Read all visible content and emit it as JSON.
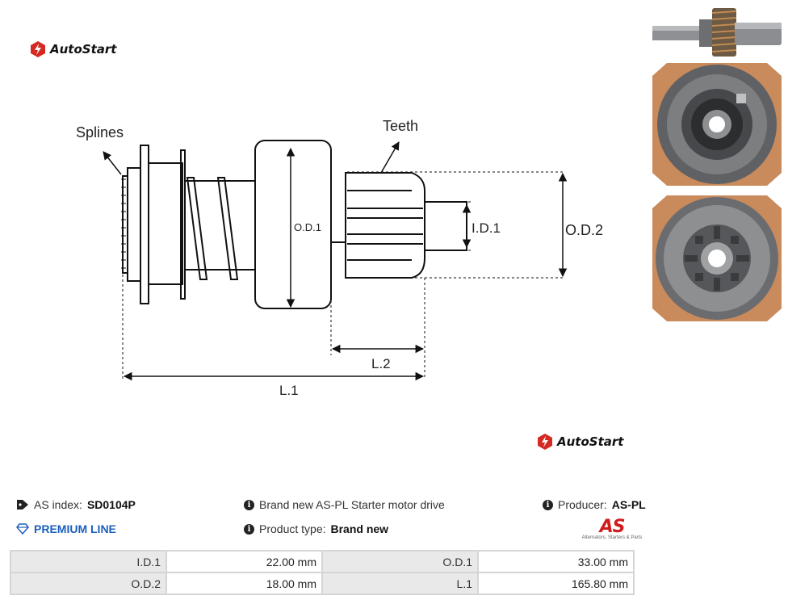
{
  "brand": {
    "name": "AutoStart",
    "color": "#d42a22"
  },
  "diagram": {
    "labels": {
      "splines": "Splines",
      "teeth": "Teeth",
      "od1": "O.D.1",
      "id1": "I.D.1",
      "od2": "O.D.2",
      "l2": "L.2",
      "l1": "L.1"
    }
  },
  "info": {
    "as_index_label": "AS index:",
    "as_index_value": "SD0104P",
    "premium": "PREMIUM LINE",
    "description": "Brand new AS-PL Starter motor drive",
    "product_type_label": "Product type:",
    "product_type_value": "Brand new",
    "producer_label": "Producer:",
    "producer_value": "AS-PL",
    "producer_logo": "AS",
    "producer_tagline": "Alternators, Starters & Parts"
  },
  "specs": [
    {
      "label1": "I.D.1",
      "value1": "22.00 mm",
      "label2": "O.D.1",
      "value2": "33.00 mm"
    },
    {
      "label1": "O.D.2",
      "value1": "18.00 mm",
      "label2": "L.1",
      "value2": "165.80 mm"
    }
  ]
}
